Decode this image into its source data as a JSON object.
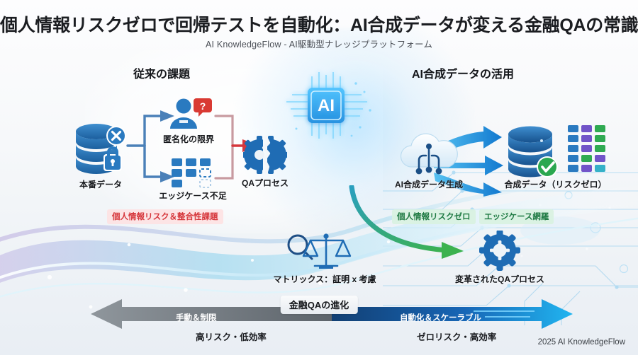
{
  "header": {
    "title": "個人情報リスクゼロで回帰テストを自動化：AI合成データが変える金融QAの常識",
    "subtitle": "AI KnowledgeFlow - AI駆動型ナレッジプラットフォーム"
  },
  "sections": {
    "left_header": "従来の課題",
    "right_header": "AI合成データの活用"
  },
  "center_chip": {
    "label": "AI"
  },
  "left_flow": {
    "source": {
      "label": "本番データ",
      "icon": "database-locked-icon"
    },
    "issue_top": {
      "label": "匿名化の限界",
      "icon": "person-question-icon"
    },
    "issue_bottom": {
      "label": "エッジケース不足",
      "icon": "grid-missing-icon"
    },
    "result": {
      "label": "QAプロセス",
      "icon": "broken-gear-icon"
    },
    "badge": "個人情報リスク＆整合性課題"
  },
  "right_flow": {
    "source": {
      "label": "AI合成データ生成",
      "icon": "cloud-circuit-icon"
    },
    "result": {
      "label": "合成データ（リスクゼロ）",
      "icon": "database-check-icon"
    },
    "badges": [
      "個人情報リスクゼロ",
      "エッジケース網羅"
    ]
  },
  "center_bottom": {
    "matrix": {
      "label": "マトリックス：証明 x 考慮",
      "icon": "scales-magnifier-icon"
    },
    "transformed": {
      "label": "変革されたQAプロセス",
      "icon": "gear-icon"
    }
  },
  "evolution": {
    "center_label": "金融QAの進化",
    "left_label": "手動＆制限",
    "left_sub": "高リスク・低効率",
    "right_label": "自動化＆スケーラブル",
    "right_sub": "ゼロリスク・高効率"
  },
  "footer": "2025 AI KnowledgeFlow",
  "colors": {
    "accent_blue": "#1f6cb4",
    "danger_red": "#d6373c",
    "success_green": "#2aa74f",
    "gray_arrow": "#9aa0a6",
    "bright_blue": "#1e9bf0"
  }
}
